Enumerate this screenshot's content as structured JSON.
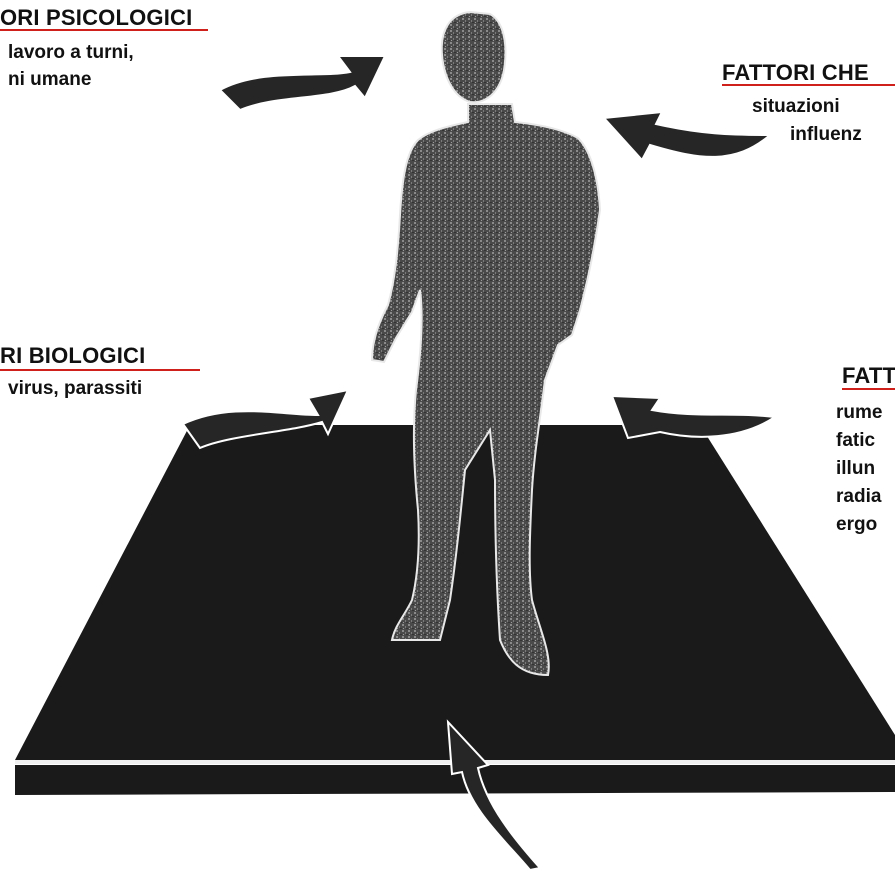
{
  "colors": {
    "ink": "#111111",
    "underline": "#d0201c",
    "figure": "#555555",
    "platform": "#1a1a1a",
    "arrow": "#262626"
  },
  "labels": {
    "psicologici": {
      "title": "ORI PSICOLOGICI",
      "lines": [
        "lavoro a turni,",
        "ni umane"
      ]
    },
    "chimici": {
      "title": "FATTORI CHE",
      "lines": [
        "situazioni",
        "influenz"
      ]
    },
    "biologici": {
      "title": "RI BIOLOGICI",
      "lines": [
        "virus, parassiti"
      ]
    },
    "fisici": {
      "title": "FATT",
      "lines": [
        "rume",
        "fatic",
        "illun",
        "radia",
        "ergo"
      ]
    }
  }
}
